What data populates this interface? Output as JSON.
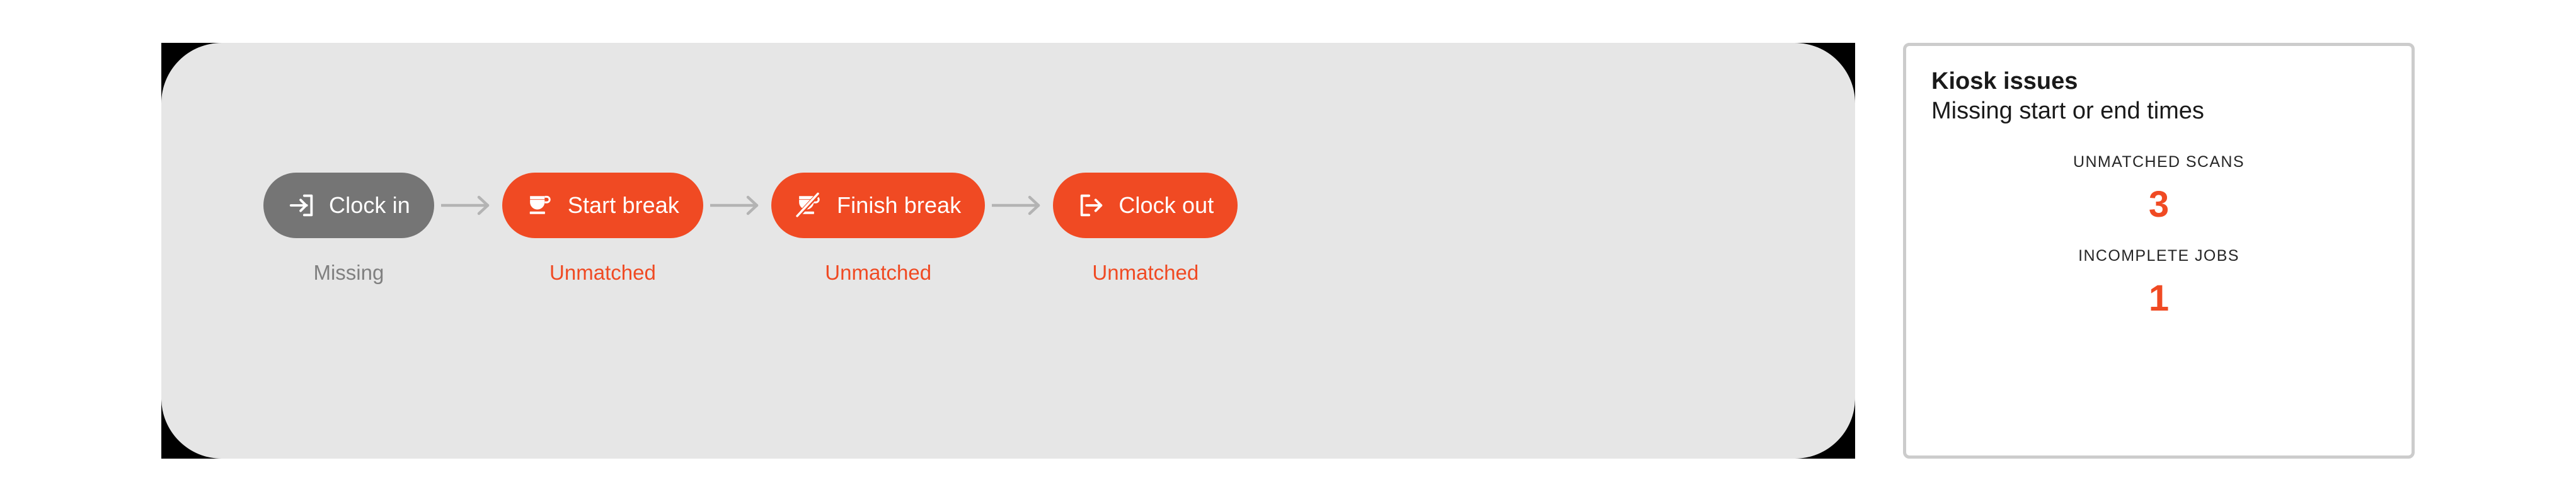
{
  "flow": {
    "steps": [
      {
        "label": "Clock in",
        "icon": "login-icon",
        "state": "missing",
        "status": "Missing",
        "pill_color": "#757575",
        "status_color": "#808080"
      },
      {
        "label": "Start break",
        "icon": "coffee-cup-icon",
        "state": "unmatched",
        "status": "Unmatched",
        "pill_color": "#f04a23",
        "status_color": "#f04a23"
      },
      {
        "label": "Finish break",
        "icon": "coffee-cup-slash-icon",
        "state": "unmatched",
        "status": "Unmatched",
        "pill_color": "#f04a23",
        "status_color": "#f04a23"
      },
      {
        "label": "Clock out",
        "icon": "logout-icon",
        "state": "unmatched",
        "status": "Unmatched",
        "pill_color": "#f04a23",
        "status_color": "#f04a23"
      }
    ],
    "connector_icon": "arrow-right-icon",
    "connector_color": "#b3b3b3",
    "panel_color": "#e6e6e6",
    "backdrop_color": "#000000"
  },
  "kiosk_card": {
    "title": "Kiosk issues",
    "subtitle": "Missing start or end times",
    "border_color": "#cccccc",
    "metrics": [
      {
        "label": "UNMATCHED SCANS",
        "value": "3",
        "value_color": "#f04a23"
      },
      {
        "label": "INCOMPLETE JOBS",
        "value": "1",
        "value_color": "#f04a23"
      }
    ]
  }
}
